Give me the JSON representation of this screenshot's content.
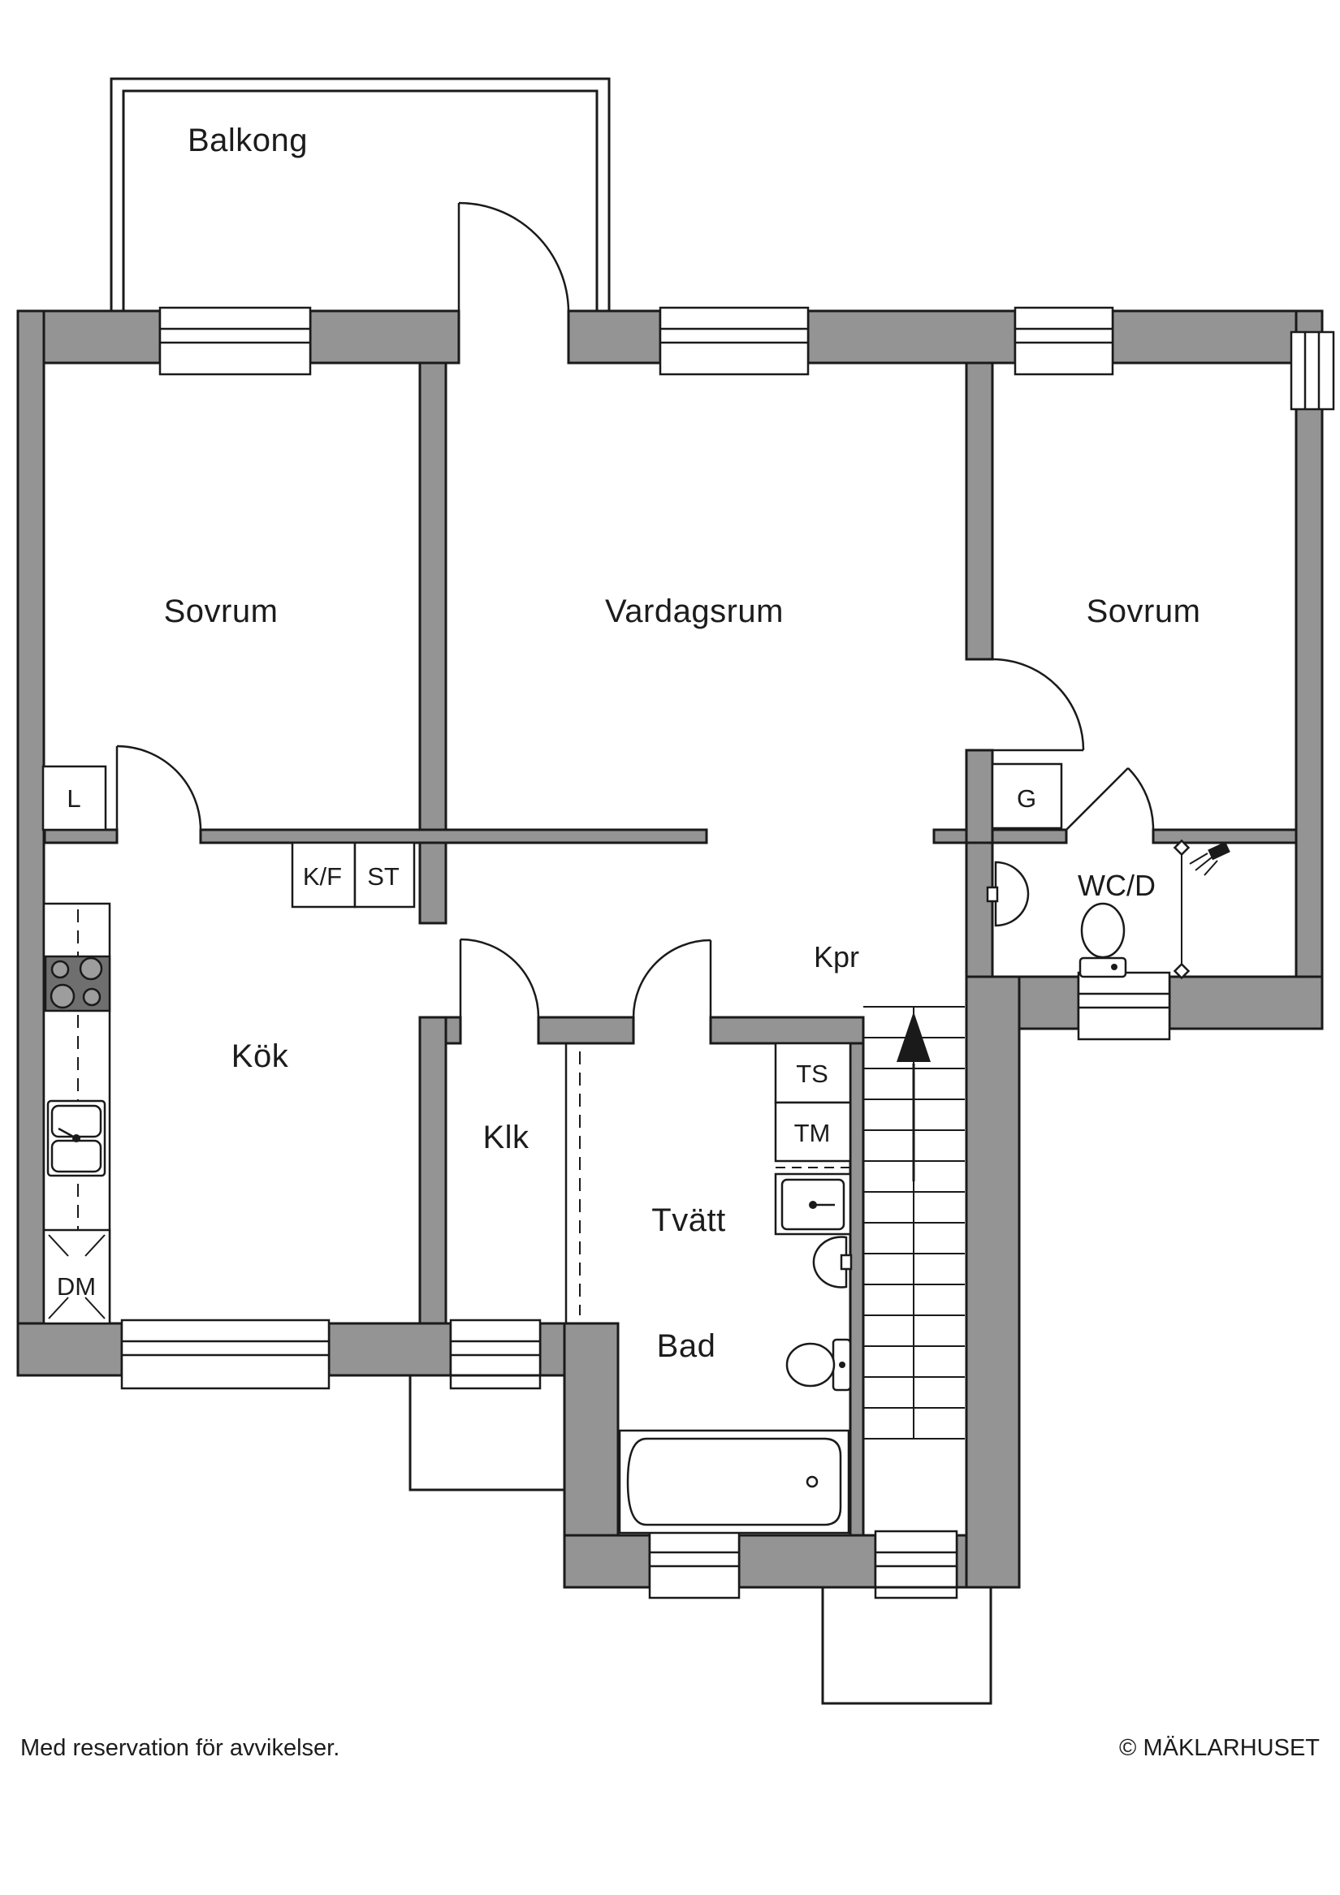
{
  "floor_plan": {
    "rooms": {
      "balcony": "Balkong",
      "bedroom_left": "Sovrum",
      "living_room": "Vardagsrum",
      "bedroom_right": "Sovrum",
      "kitchen": "Kök",
      "walk_in_closet": "Klk",
      "laundry": "Tvätt",
      "bathroom": "Bad",
      "corridor": "Kpr",
      "wc_shower": "WC/D"
    },
    "fixtures": {
      "wardrobe_left": "L",
      "wardrobe_right": "G",
      "fridge_freezer": "K/F",
      "tall_cabinet": "ST",
      "drying_cabinet": "TS",
      "washing_machine": "TM",
      "dishwasher": "DM"
    },
    "footer": {
      "disclaimer": "Med reservation för avvikelser.",
      "copyright": "© MÄKLARHUSET"
    },
    "colors": {
      "wall": "#949494",
      "line": "#1a1a1a",
      "background": "#ffffff"
    }
  }
}
